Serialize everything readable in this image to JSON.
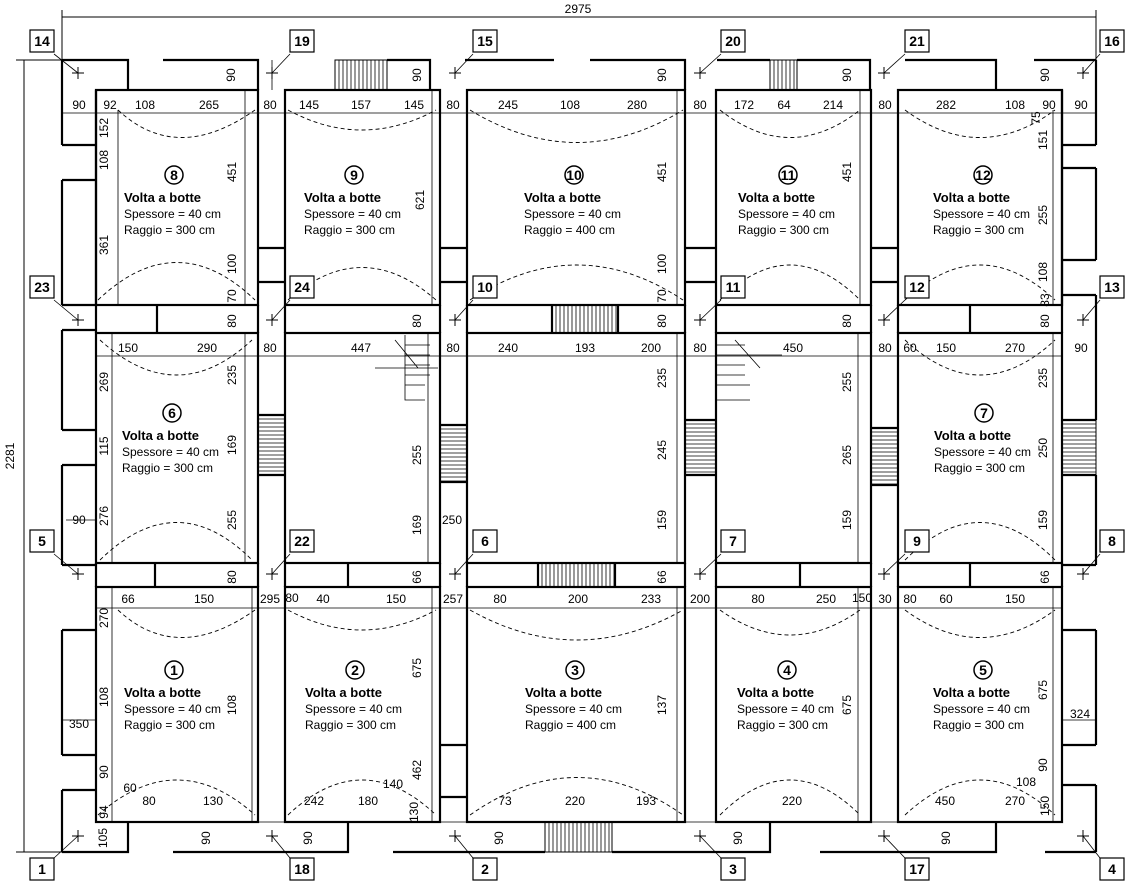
{
  "overall": {
    "width": "2975",
    "height": "2281"
  },
  "nodes": [
    {
      "id": "14"
    },
    {
      "id": "19"
    },
    {
      "id": "15"
    },
    {
      "id": "20"
    },
    {
      "id": "21"
    },
    {
      "id": "16"
    },
    {
      "id": "23"
    },
    {
      "id": "24"
    },
    {
      "id": "10"
    },
    {
      "id": "11"
    },
    {
      "id": "12"
    },
    {
      "id": "13"
    },
    {
      "id": "5"
    },
    {
      "id": "22"
    },
    {
      "id": "6"
    },
    {
      "id": "7"
    },
    {
      "id": "9"
    },
    {
      "id": "8"
    },
    {
      "id": "1"
    },
    {
      "id": "18"
    },
    {
      "id": "2"
    },
    {
      "id": "3"
    },
    {
      "id": "17"
    },
    {
      "id": "4"
    }
  ],
  "rooms": [
    {
      "num": "8",
      "title": "Volta a botte",
      "thickness": "Spessore = 40 cm",
      "radius": "Raggio = 300 cm"
    },
    {
      "num": "9",
      "title": "Volta a botte",
      "thickness": "Spessore = 40 cm",
      "radius": "Raggio = 300 cm"
    },
    {
      "num": "10",
      "title": "Volta a botte",
      "thickness": "Spessore = 40 cm",
      "radius": "Raggio = 400 cm"
    },
    {
      "num": "11",
      "title": "Volta a botte",
      "thickness": "Spessore = 40 cm",
      "radius": "Raggio = 300 cm"
    },
    {
      "num": "12",
      "title": "Volta a botte",
      "thickness": "Spessore = 40 cm",
      "radius": "Raggio = 300 cm"
    },
    {
      "num": "6",
      "title": "Volta a botte",
      "thickness": "Spessore = 40 cm",
      "radius": "Raggio = 300 cm"
    },
    {
      "num": "7",
      "title": "Volta a botte",
      "thickness": "Spessore = 40 cm",
      "radius": "Raggio = 300 cm"
    },
    {
      "num": "1",
      "title": "Volta a botte",
      "thickness": "Spessore = 40 cm",
      "radius": "Raggio = 300 cm"
    },
    {
      "num": "2",
      "title": "Volta a botte",
      "thickness": "Spessore = 40 cm",
      "radius": "Raggio = 300 cm"
    },
    {
      "num": "3",
      "title": "Volta a botte",
      "thickness": "Spessore = 40 cm",
      "radius": "Raggio = 400 cm"
    },
    {
      "num": "4",
      "title": "Volta a botte",
      "thickness": "Spessore = 40 cm",
      "radius": "Raggio = 300 cm"
    },
    {
      "num": "5",
      "title": "Volta a botte",
      "thickness": "Spessore = 40 cm",
      "radius": "Raggio = 300 cm"
    }
  ],
  "dimensions": [
    "90",
    "92",
    "108",
    "265",
    "80",
    "145",
    "157",
    "145",
    "80",
    "245",
    "108",
    "280",
    "80",
    "172",
    "64",
    "214",
    "80",
    "282",
    "108",
    "90",
    "90",
    "90",
    "90",
    "90",
    "90",
    "90",
    "152",
    "108",
    "361",
    "451",
    "621",
    "451",
    "451",
    "100",
    "100",
    "70",
    "70",
    "151",
    "75",
    "255",
    "108",
    "83",
    "80",
    "80",
    "80",
    "80",
    "80",
    "150",
    "290",
    "80",
    "447",
    "80",
    "240",
    "193",
    "200",
    "80",
    "450",
    "80",
    "60",
    "150",
    "270",
    "90",
    "269",
    "115",
    "276",
    "90",
    "235",
    "169",
    "255",
    "255",
    "169",
    "235",
    "245",
    "159",
    "255",
    "265",
    "159",
    "235",
    "250",
    "159",
    "250",
    "80",
    "66",
    "66",
    "66",
    "66",
    "150",
    "295",
    "80",
    "40",
    "150",
    "257",
    "80",
    "200",
    "233",
    "200",
    "80",
    "250",
    "150",
    "30",
    "80",
    "60",
    "150",
    "270",
    "108",
    "350",
    "90",
    "108",
    "675",
    "462",
    "140",
    "137",
    "675",
    "675",
    "324",
    "90",
    "108",
    "60",
    "94",
    "80",
    "130",
    "242",
    "180",
    "130",
    "73",
    "220",
    "193",
    "220",
    "450",
    "270",
    "150",
    "105",
    "90",
    "90",
    "90",
    "90",
    "90",
    "90"
  ]
}
